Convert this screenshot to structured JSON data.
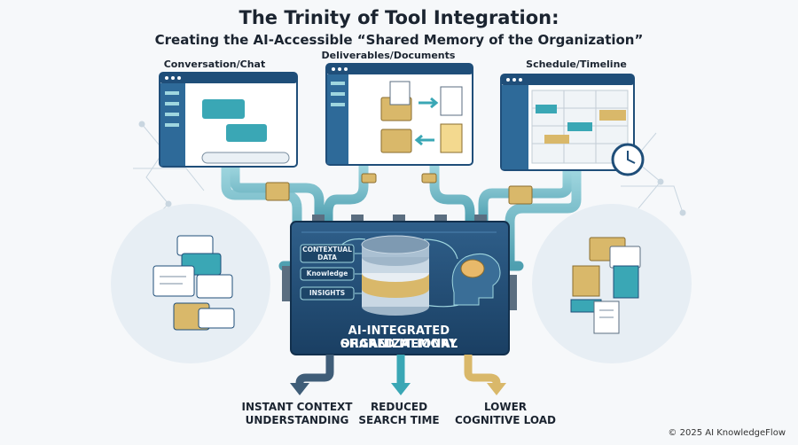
{
  "title": "The Trinity of Tool Integration:",
  "subtitle": "Creating the AI-Accessible “Shared Memory of the Organization”",
  "tools": {
    "conversation": "Conversation/Chat",
    "deliverables": "Deliverables/Documents",
    "schedule": "Schedule/Timeline"
  },
  "core": {
    "line1": "AI-INTEGRATED ORGANIZATIONAL",
    "line2": "SHARED MEMORY",
    "tags": {
      "contextual_line1": "CONTEXTUAL",
      "contextual_line2": "DATA",
      "knowledge": "Knowledge",
      "insights": "INSIGHTS"
    }
  },
  "outcomes": {
    "o1_line1": "INSTANT CONTEXT",
    "o1_line2": "UNDERSTANDING",
    "o2_line1": "REDUCED",
    "o2_line2": "SEARCH TIME",
    "o3_line1": "LOWER",
    "o3_line2": "COGNITIVE LOAD"
  },
  "footer": "© 2025 AI KnowledgeFlow",
  "colors": {
    "navy": "#1f4e79",
    "teal": "#3aa7b5",
    "gold": "#d9b86a",
    "background": "#f6f8fa"
  }
}
